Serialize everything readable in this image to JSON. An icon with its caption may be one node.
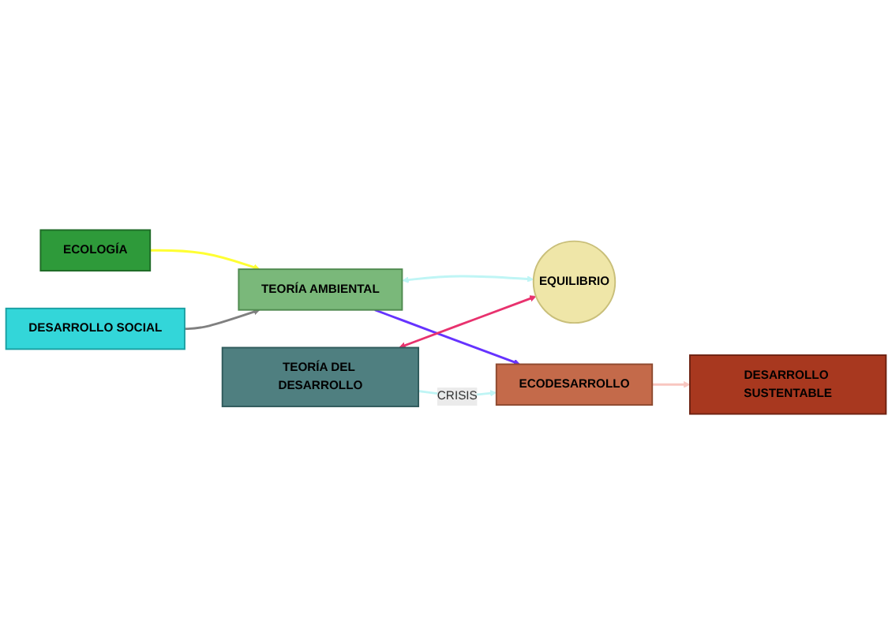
{
  "diagram": {
    "nodes": [
      {
        "text": [
          "ECOLOGÍA"
        ]
      },
      {
        "text": [
          "DESARROLLO SOCIAL"
        ]
      },
      {
        "text": [
          "TEORÍA AMBIENTAL"
        ]
      },
      {
        "text": [
          "EQUILIBRIO"
        ]
      },
      {
        "text": [
          "ECODESARROLLO"
        ]
      },
      {
        "text": [
          "TEORÍA DEL DESARROLLO"
        ]
      },
      {
        "text": [
          "DESARROLLO SUSTENTABLE"
        ]
      }
    ],
    "edges": [
      {
        "from": 0,
        "to": 2,
        "arrow": "to",
        "color": "#ffff33"
      },
      {
        "from": 1,
        "to": 2,
        "arrow": "to",
        "color": "#808080"
      },
      {
        "from": 2,
        "to": 3,
        "arrow": "both",
        "color": "#bff5f5"
      },
      {
        "from": 2,
        "to": 4,
        "arrow": "to",
        "color": "#6633ff"
      },
      {
        "from": 5,
        "to": 3,
        "arrow": "both",
        "color": "#e8326e"
      },
      {
        "from": 5,
        "to": 4,
        "label": "CRISIS",
        "arrow": "to",
        "color": "#bff5f5"
      },
      {
        "from": 4,
        "to": 6,
        "arrow": "to",
        "color": "#f8c6c0"
      }
    ]
  }
}
